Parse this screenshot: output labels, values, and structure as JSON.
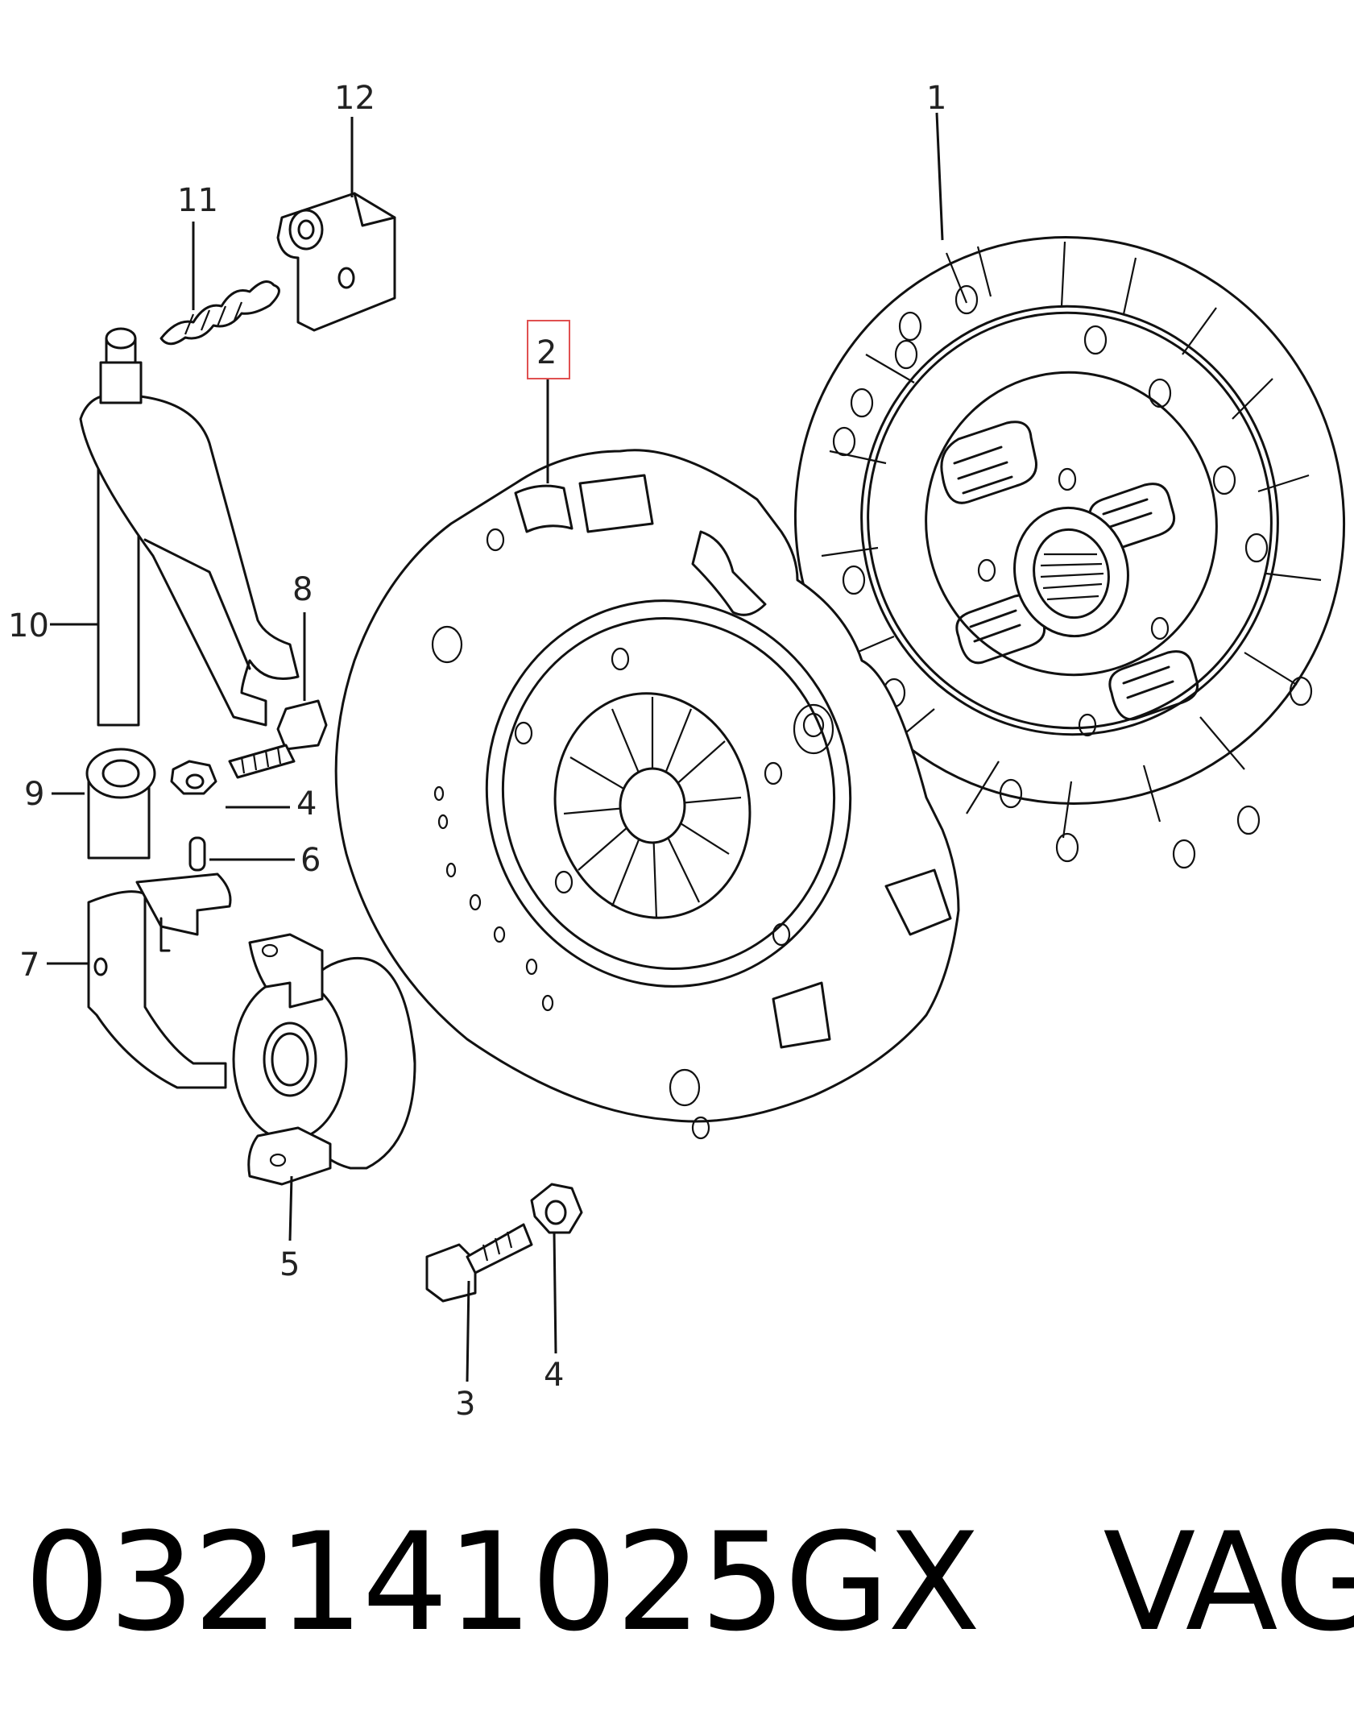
{
  "callouts": {
    "c1": "1",
    "c2": "2",
    "c3": "3",
    "c4a": "4",
    "c4b": "4",
    "c5": "5",
    "c6": "6",
    "c7": "7",
    "c8": "8",
    "c9": "9",
    "c10": "10",
    "c11": "11",
    "c12": "12"
  },
  "highlight_color": "#e05050",
  "caption": {
    "part_number": "032141025GX",
    "brand": "VAG"
  }
}
